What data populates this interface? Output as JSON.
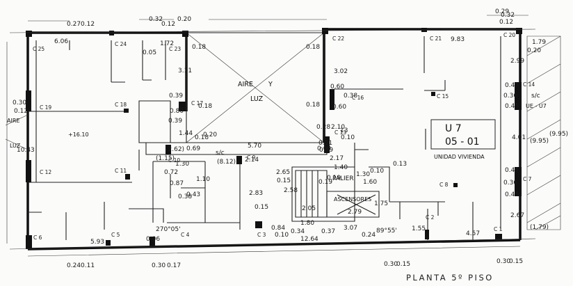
{
  "plan": {
    "title": "PLANTA 5º PISO",
    "unit": {
      "name": "U 7",
      "code": "05 - 01",
      "description": "UNIDAD VIVIENDA"
    },
    "courtyard": {
      "word1": "AIRE",
      "word2": "Y",
      "word3": "LUZ"
    },
    "left_margin": {
      "aire": "AIRE",
      "luz": "LUZ"
    },
    "elevator": "ASCENSORES",
    "landing": "PALIER",
    "passage": "s/c",
    "passage_right": "s/c",
    "ue": "UE - U7",
    "level": "+16.10",
    "columns": [
      "C 25",
      "C 24",
      "C 23",
      "C 22",
      "C 21",
      "C 20",
      "C 19",
      "C 18",
      "C 17",
      "C 16",
      "C 15",
      "C 14",
      "C 13",
      "C 12",
      "C 11",
      "C 10",
      "C 9",
      "C 8",
      "C 7",
      "C 6",
      "C 5",
      "C 4",
      "C 3",
      "C 2",
      "C 1"
    ],
    "dimensions": {
      "top": [
        "0.27",
        "0.12",
        "0.32",
        "0.12",
        "0.20",
        "0.32",
        "0.18",
        "0.18",
        "0.12",
        "0.29",
        "6.06",
        "0.05",
        "1.72",
        "9.83",
        "1.79",
        "0.20"
      ],
      "left": [
        "0.30",
        "0.12",
        "10.43",
        "0.18"
      ],
      "mid": [
        "3.11",
        "0.39",
        "0.80",
        "0.39",
        "1.44",
        "0.18",
        "0.69",
        "5.70",
        "0.69",
        "3.02",
        "0.60",
        "0.38",
        "0.60",
        "0.18",
        "2.10",
        "0.28",
        "13",
        "0.10",
        "(2.62)",
        "(1.15)",
        "1.30",
        "0.72",
        "0.87",
        "1.10",
        "0.38",
        "0.43",
        "(8.12)",
        "2.14",
        "2.65",
        "1.40",
        "2.17",
        "1.30",
        "0.10",
        "0.13",
        "0.19",
        "0.31",
        "0.19",
        "0.19",
        "1.60",
        "2.83",
        "2.58",
        "0.15",
        "1.75",
        "2.05",
        "2.79",
        "0.15",
        "1.80",
        "3.07",
        "0.84",
        "0.10",
        "0.37",
        "0.34",
        "0.24",
        "0.20"
      ],
      "right": [
        "2.99",
        "0.45",
        "0.36",
        "0.45",
        "4.01",
        "(9.95)",
        "(9.95)",
        "0.45",
        "0.36",
        "0.45",
        "2.67",
        "(1.79)"
      ],
      "bottom": [
        "5.93",
        "0.06",
        "270°05'",
        "12.64",
        "89°55'",
        "1.55",
        "4.57",
        "0.24",
        "0.11",
        "0.30",
        "0.17",
        "0.30",
        "0.15",
        "0.30",
        "0.15"
      ]
    }
  }
}
